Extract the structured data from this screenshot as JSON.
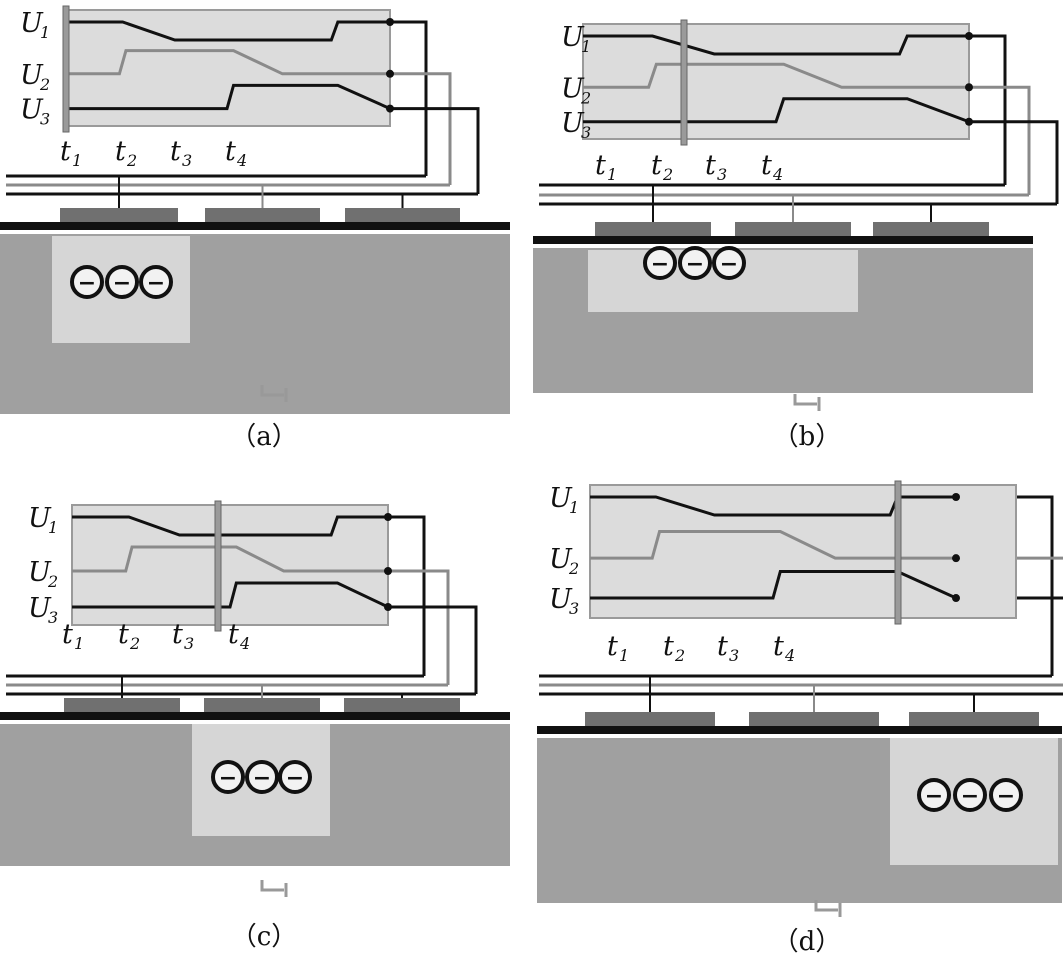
{
  "figure": {
    "colors": {
      "substrate": "#a0a0a0",
      "well": "#d6d6d6",
      "oxide": "#111111",
      "electrode": "#707070",
      "panel": "#dcdcdc",
      "wire_dark": "#111111",
      "wire_mid": "#8a8a8a"
    },
    "voltage_labels": [
      "U",
      "U",
      "U"
    ],
    "voltage_subscripts": [
      "1",
      "2",
      "3"
    ],
    "time_labels": [
      "t",
      "t",
      "t",
      "t"
    ],
    "time_subscripts": [
      "1",
      "2",
      "3",
      "4"
    ],
    "electron_symbol": "−",
    "panels": [
      {
        "caption": "（a）",
        "electrons": 3,
        "active_electrode": 1,
        "time_marker": "t1"
      },
      {
        "caption": "（b）",
        "electrons": 3,
        "active_electrode": 1.5,
        "time_marker": "t2"
      },
      {
        "caption": "（c）",
        "electrons": 3,
        "active_electrode": 2,
        "time_marker": "t4"
      },
      {
        "caption": "（d）",
        "electrons": 3,
        "active_electrode": 3,
        "time_marker": "after t4"
      }
    ]
  }
}
